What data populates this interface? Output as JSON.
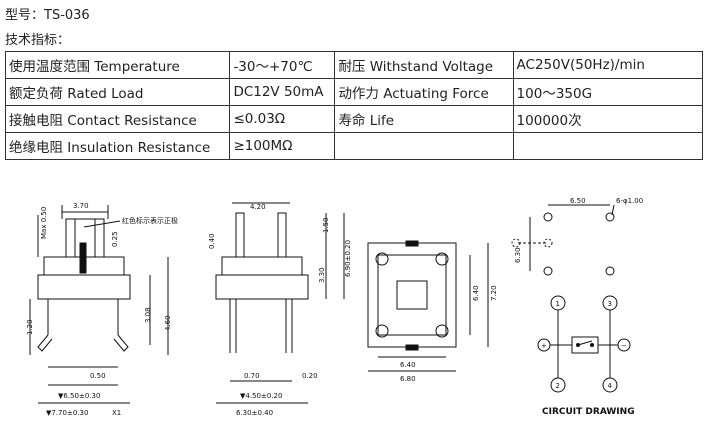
{
  "model_line": "型号：TS-036",
  "tech_heading": "技术指标：",
  "specs": [
    [
      "使用温度范围 Temperature",
      "-30～+70℃",
      "耐压 Withstand Voltage",
      "AC250V(50Hz)/min"
    ],
    [
      "额定负荷 Rated Load",
      "DC12V 50mA",
      "动作力 Actuating Force",
      "100～350G"
    ],
    [
      "接触电阻 Contact Resistance",
      "≤0.03Ω",
      "寿命 Life",
      "100000次"
    ],
    [
      "绝缘电阻 Insulation Resistance",
      "≥100MΩ",
      "",
      ""
    ]
  ],
  "drawing": {
    "side": {
      "dim_370": "3.70",
      "max_050": "Max 0.50",
      "dim_025": "0.25",
      "red_mark_note": "红色标示表示正极",
      "dim_120": "1.20",
      "dim_308": "3.08",
      "dim_460": "4.60",
      "dim_050_bot": "0.50",
      "dim_650": "▼6.50±0.30",
      "dim_770": "▼7.70±0.30",
      "x1": "X1"
    },
    "front": {
      "dim_420": "4.20",
      "dim_040": "0.40",
      "dim_150": "1.50",
      "dim_330": "3.30",
      "dim_690": "6.90±0.20",
      "dim_070": "0.70",
      "dim_020": "0.20",
      "dim_450": "▼4.50±0.20",
      "dim_630": "6.30±0.40"
    },
    "top": {
      "dim_640v": "6.40",
      "dim_720": "7.20",
      "dim_640h": "6.40",
      "dim_680": "6.80"
    },
    "pcb": {
      "dim_650": "6.50",
      "holes": "6-φ1.00",
      "dim_630": "6.30"
    },
    "circuit": {
      "pin1": "1",
      "pin2": "2",
      "pin3": "3",
      "pin4": "4",
      "plus": "+",
      "minus": "−",
      "label": "CIRCUIT DRAWING"
    }
  }
}
